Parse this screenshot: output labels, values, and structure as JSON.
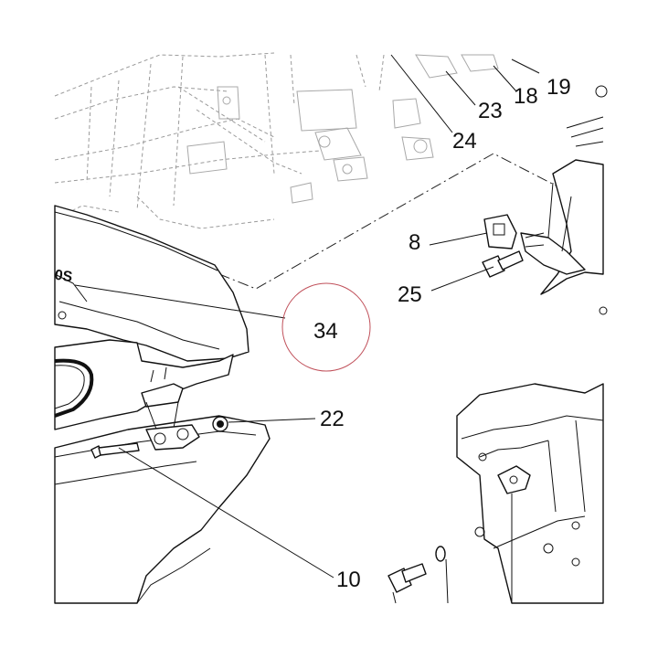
{
  "diagram": {
    "accent_color": "#c0505a",
    "callouts": [
      {
        "id": "19",
        "label": "19"
      },
      {
        "id": "18",
        "label": "18"
      },
      {
        "id": "23",
        "label": "23"
      },
      {
        "id": "24",
        "label": "24"
      },
      {
        "id": "8",
        "label": "8"
      },
      {
        "id": "25",
        "label": "25"
      },
      {
        "id": "34",
        "label": "34",
        "highlighted": true
      },
      {
        "id": "22",
        "label": "22"
      },
      {
        "id": "10",
        "label": "10"
      }
    ],
    "part_marking": "0S"
  }
}
